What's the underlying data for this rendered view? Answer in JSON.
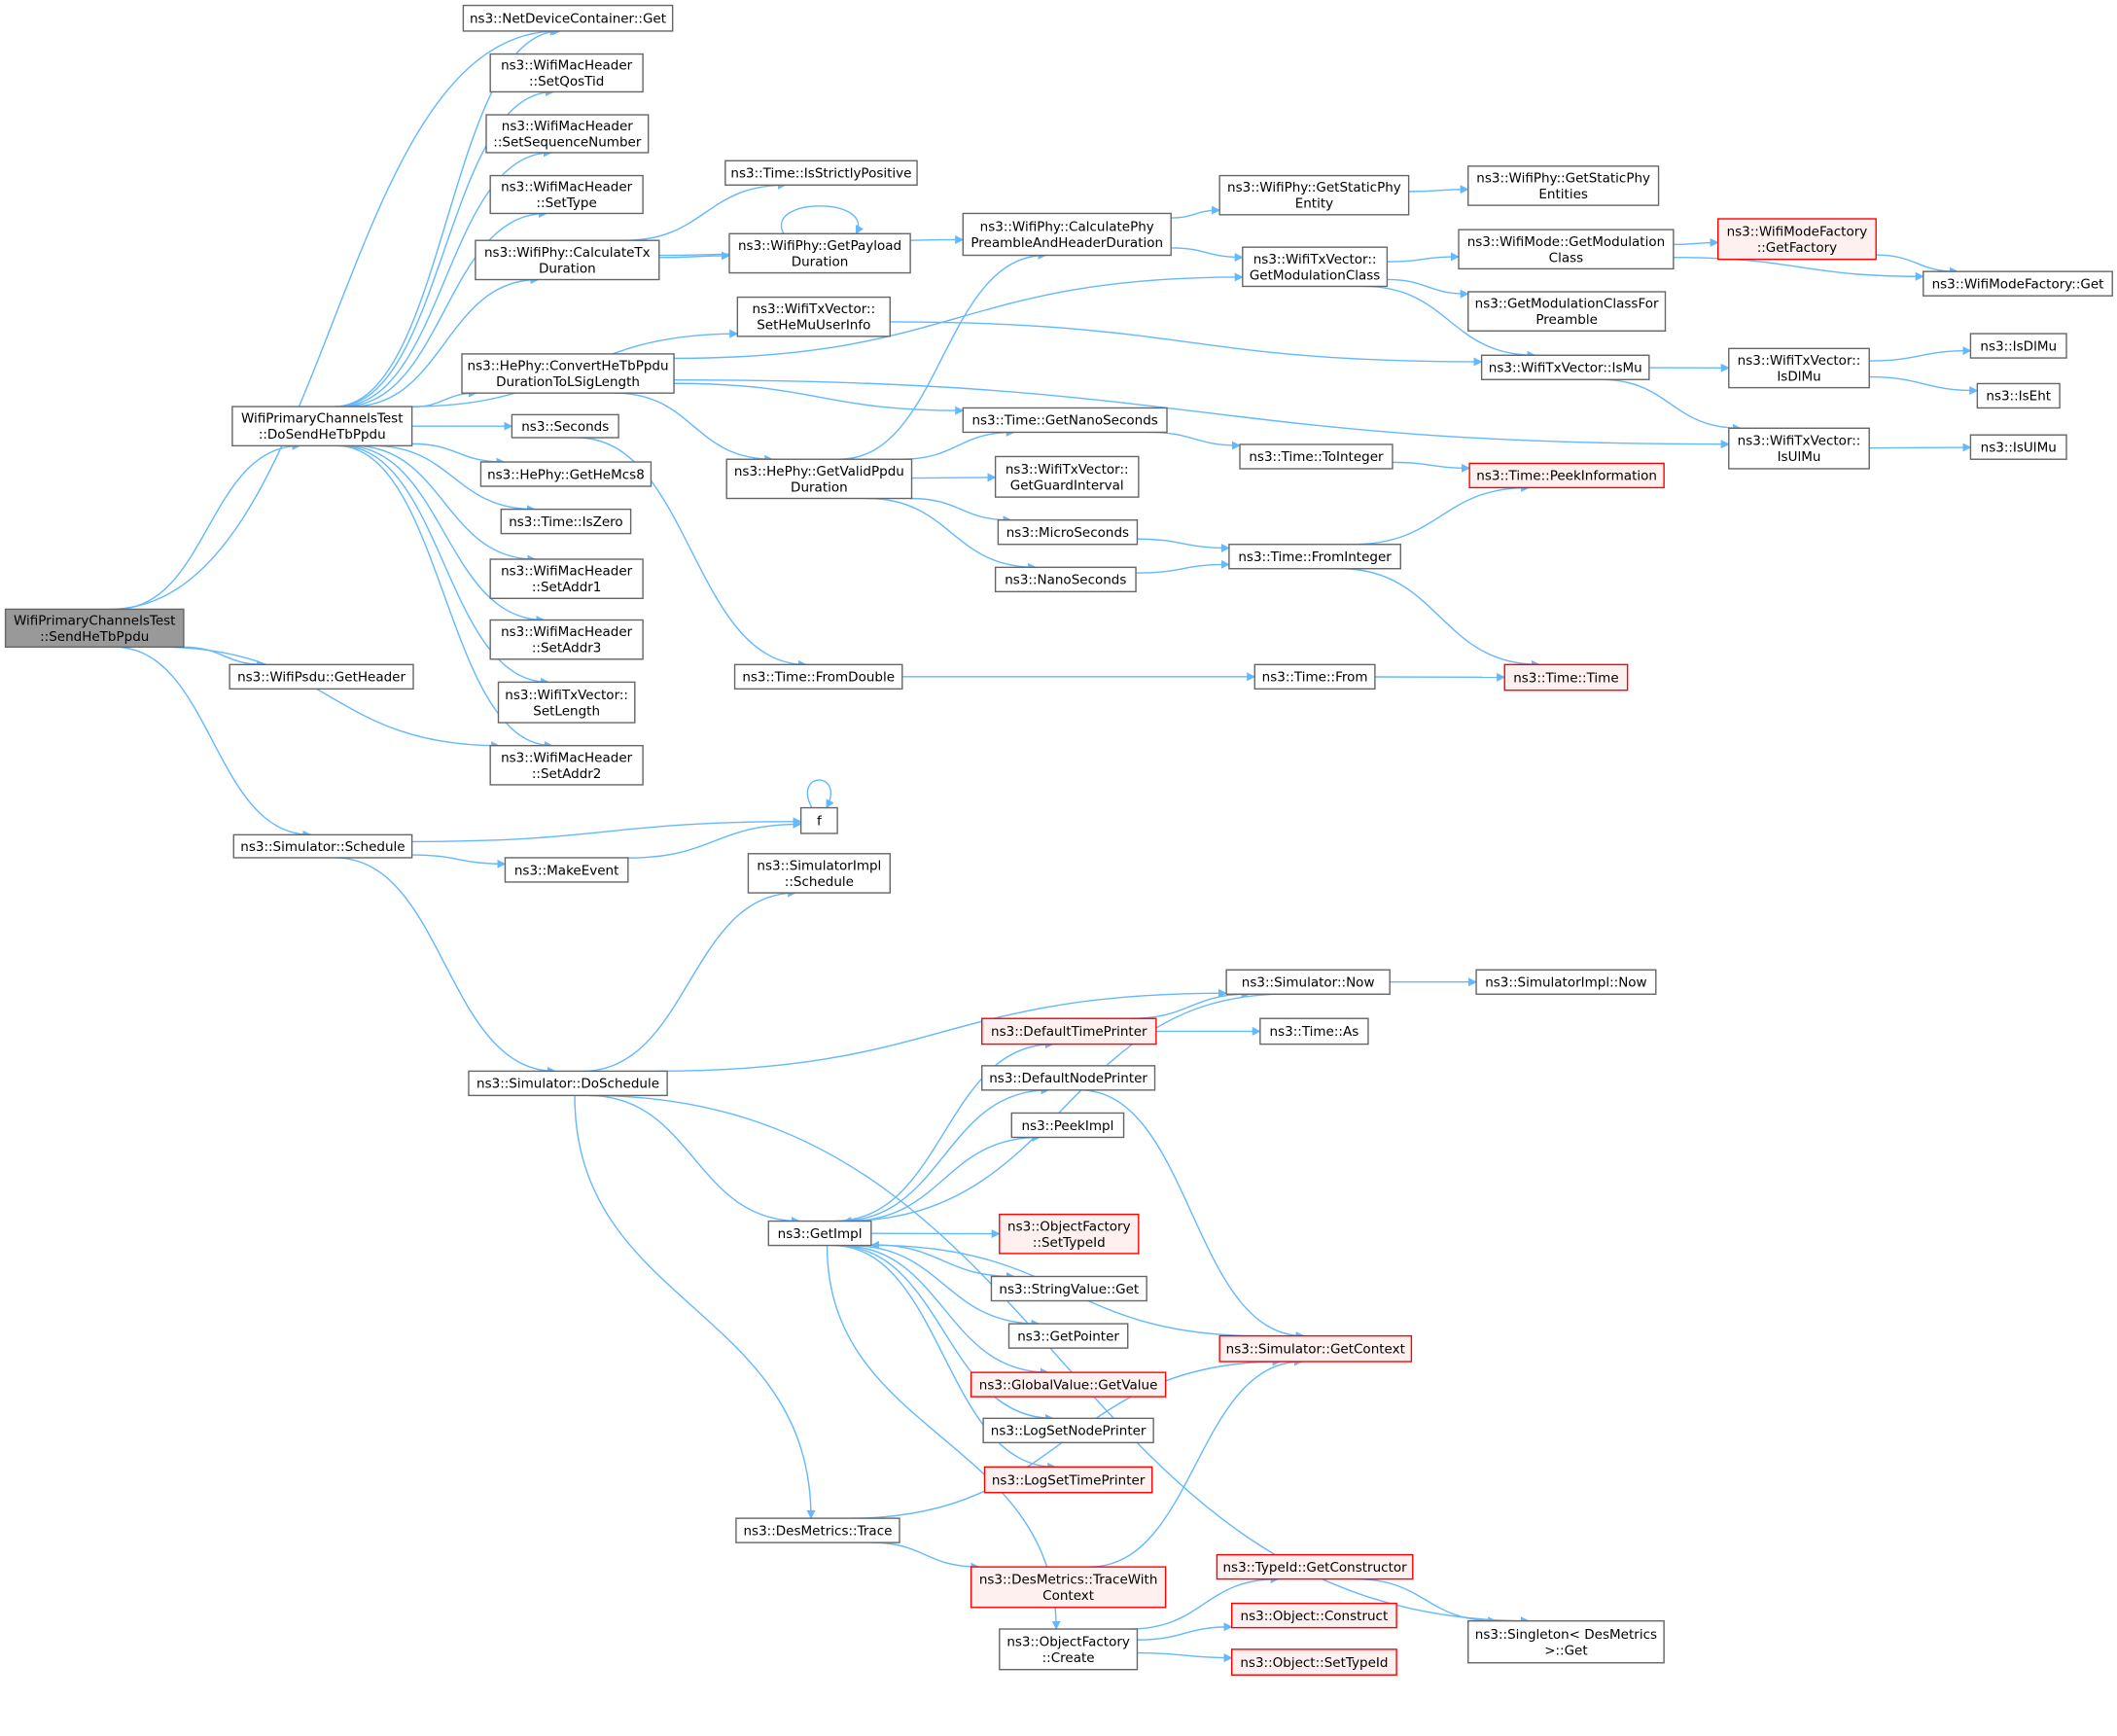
{
  "colors": {
    "edge": "#63b8ff",
    "node_border": "#666666",
    "node_fill": "#ffffff",
    "root_fill": "#999999",
    "truncated_border": "#ff0000",
    "truncated_fill": "#fff0f0"
  },
  "nodes": [
    {
      "id": "root",
      "lines": [
        "WifiPrimaryChannelsTest",
        "::SendHeTbPpdu"
      ],
      "style": "root"
    },
    {
      "id": "netdev_get",
      "lines": [
        "ns3::NetDeviceContainer::Get"
      ],
      "style": "normal"
    },
    {
      "id": "setqostid",
      "lines": [
        "ns3::WifiMacHeader",
        "::SetQosTid"
      ],
      "style": "normal"
    },
    {
      "id": "setseqnum",
      "lines": [
        "ns3::WifiMacHeader",
        "::SetSequenceNumber"
      ],
      "style": "normal"
    },
    {
      "id": "settype",
      "lines": [
        "ns3::WifiMacHeader",
        "::SetType"
      ],
      "style": "normal"
    },
    {
      "id": "calctx",
      "lines": [
        "ns3::WifiPhy::CalculateTx",
        "Duration"
      ],
      "style": "normal"
    },
    {
      "id": "dosend",
      "lines": [
        "WifiPrimaryChannelsTest",
        "::DoSendHeTbPpdu"
      ],
      "style": "normal"
    },
    {
      "id": "convert",
      "lines": [
        "ns3::HePhy::ConvertHeTbPpdu",
        "DurationToLSigLength"
      ],
      "style": "normal"
    },
    {
      "id": "seconds",
      "lines": [
        "ns3::Seconds"
      ],
      "style": "normal"
    },
    {
      "id": "gethemcs8",
      "lines": [
        "ns3::HePhy::GetHeMcs8"
      ],
      "style": "normal"
    },
    {
      "id": "iszero",
      "lines": [
        "ns3::Time::IsZero"
      ],
      "style": "normal"
    },
    {
      "id": "setaddr1",
      "lines": [
        "ns3::WifiMacHeader",
        "::SetAddr1"
      ],
      "style": "normal"
    },
    {
      "id": "setaddr3",
      "lines": [
        "ns3::WifiMacHeader",
        "::SetAddr3"
      ],
      "style": "normal"
    },
    {
      "id": "setlength",
      "lines": [
        "ns3::WifiTxVector::",
        "SetLength"
      ],
      "style": "normal"
    },
    {
      "id": "setaddr2",
      "lines": [
        "ns3::WifiMacHeader",
        "::SetAddr2"
      ],
      "style": "normal"
    },
    {
      "id": "psdu_getheader",
      "lines": [
        "ns3::WifiPsdu::GetHeader"
      ],
      "style": "normal"
    },
    {
      "id": "sim_schedule",
      "lines": [
        "ns3::Simulator::Schedule"
      ],
      "style": "normal"
    },
    {
      "id": "isstrictly",
      "lines": [
        "ns3::Time::IsStrictlyPositive"
      ],
      "style": "normal"
    },
    {
      "id": "getpayload",
      "lines": [
        "ns3::WifiPhy::GetPayload",
        "Duration"
      ],
      "style": "normal"
    },
    {
      "id": "sethemu",
      "lines": [
        "ns3::WifiTxVector::",
        "SetHeMuUserInfo"
      ],
      "style": "normal"
    },
    {
      "id": "getvalid",
      "lines": [
        "ns3::HePhy::GetValidPpdu",
        "Duration"
      ],
      "style": "normal"
    },
    {
      "id": "fromdouble",
      "lines": [
        "ns3::Time::FromDouble"
      ],
      "style": "normal"
    },
    {
      "id": "f",
      "lines": [
        "f"
      ],
      "style": "normal"
    },
    {
      "id": "makeevent",
      "lines": [
        "ns3::MakeEvent"
      ],
      "style": "normal"
    },
    {
      "id": "simimpl_sched",
      "lines": [
        "ns3::SimulatorImpl",
        "::Schedule"
      ],
      "style": "normal"
    },
    {
      "id": "calcphy",
      "lines": [
        "ns3::WifiPhy::CalculatePhy",
        "PreambleAndHeaderDuration"
      ],
      "style": "normal"
    },
    {
      "id": "getnano",
      "lines": [
        "ns3::Time::GetNanoSeconds"
      ],
      "style": "normal"
    },
    {
      "id": "getguard",
      "lines": [
        "ns3::WifiTxVector::",
        "GetGuardInterval"
      ],
      "style": "normal"
    },
    {
      "id": "micro",
      "lines": [
        "ns3::MicroSeconds"
      ],
      "style": "normal"
    },
    {
      "id": "nano",
      "lines": [
        "ns3::NanoSeconds"
      ],
      "style": "normal"
    },
    {
      "id": "getstaticent",
      "lines": [
        "ns3::WifiPhy::GetStaticPhy",
        "Entity"
      ],
      "style": "normal"
    },
    {
      "id": "getmodclass",
      "lines": [
        "ns3::WifiTxVector::",
        "GetModulationClass"
      ],
      "style": "normal"
    },
    {
      "id": "toint",
      "lines": [
        "ns3::Time::ToInteger"
      ],
      "style": "normal"
    },
    {
      "id": "fromint",
      "lines": [
        "ns3::Time::FromInteger"
      ],
      "style": "normal"
    },
    {
      "id": "timefrom",
      "lines": [
        "ns3::Time::From"
      ],
      "style": "normal"
    },
    {
      "id": "getstaticent2",
      "lines": [
        "ns3::WifiPhy::GetStaticPhy",
        "Entities"
      ],
      "style": "normal"
    },
    {
      "id": "mode_getmod",
      "lines": [
        "ns3::WifiMode::GetModulation",
        "Class"
      ],
      "style": "normal"
    },
    {
      "id": "getmodpre",
      "lines": [
        "ns3::GetModulationClassFor",
        "Preamble"
      ],
      "style": "normal"
    },
    {
      "id": "ismu",
      "lines": [
        "ns3::WifiTxVector::IsMu"
      ],
      "style": "normal"
    },
    {
      "id": "peekinfo",
      "lines": [
        "ns3::Time::PeekInformation"
      ],
      "style": "truncated"
    },
    {
      "id": "time_time",
      "lines": [
        "ns3::Time::Time"
      ],
      "style": "truncated"
    },
    {
      "id": "modefact_getf",
      "lines": [
        "ns3::WifiModeFactory",
        "::GetFactory"
      ],
      "style": "truncated"
    },
    {
      "id": "modefact_get",
      "lines": [
        "ns3::WifiModeFactory::Get"
      ],
      "style": "normal"
    },
    {
      "id": "isdlmu_v",
      "lines": [
        "ns3::WifiTxVector::",
        "IsDlMu"
      ],
      "style": "normal"
    },
    {
      "id": "isulmu_v",
      "lines": [
        "ns3::WifiTxVector::",
        "IsUlMu"
      ],
      "style": "normal"
    },
    {
      "id": "isdlmu",
      "lines": [
        "ns3::IsDlMu"
      ],
      "style": "normal"
    },
    {
      "id": "iseht",
      "lines": [
        "ns3::IsEht"
      ],
      "style": "normal"
    },
    {
      "id": "isulmu",
      "lines": [
        "ns3::IsUlMu"
      ],
      "style": "normal"
    },
    {
      "id": "doschedule",
      "lines": [
        "ns3::Simulator::DoSchedule"
      ],
      "style": "normal"
    },
    {
      "id": "sim_now",
      "lines": [
        "ns3::Simulator::Now"
      ],
      "style": "normal"
    },
    {
      "id": "simimpl_now",
      "lines": [
        "ns3::SimulatorImpl::Now"
      ],
      "style": "normal"
    },
    {
      "id": "deftimeprinter",
      "lines": [
        "ns3::DefaultTimePrinter"
      ],
      "style": "truncated"
    },
    {
      "id": "time_as",
      "lines": [
        "ns3::Time::As"
      ],
      "style": "normal"
    },
    {
      "id": "defnodeprinter",
      "lines": [
        "ns3::DefaultNodePrinter"
      ],
      "style": "normal"
    },
    {
      "id": "peekimpl",
      "lines": [
        "ns3::PeekImpl"
      ],
      "style": "normal"
    },
    {
      "id": "getimpl",
      "lines": [
        "ns3::GetImpl"
      ],
      "style": "normal"
    },
    {
      "id": "objfact_settype",
      "lines": [
        "ns3::ObjectFactory",
        "::SetTypeId"
      ],
      "style": "truncated"
    },
    {
      "id": "strval_get",
      "lines": [
        "ns3::StringValue::Get"
      ],
      "style": "normal"
    },
    {
      "id": "getpointer",
      "lines": [
        "ns3::GetPointer"
      ],
      "style": "normal"
    },
    {
      "id": "globalval",
      "lines": [
        "ns3::GlobalValue::GetValue"
      ],
      "style": "truncated"
    },
    {
      "id": "sim_getcontext",
      "lines": [
        "ns3::Simulator::GetContext"
      ],
      "style": "truncated"
    },
    {
      "id": "logsetnode",
      "lines": [
        "ns3::LogSetNodePrinter"
      ],
      "style": "normal"
    },
    {
      "id": "logsettime",
      "lines": [
        "ns3::LogSetTimePrinter"
      ],
      "style": "truncated"
    },
    {
      "id": "desmetrics_trace",
      "lines": [
        "ns3::DesMetrics::Trace"
      ],
      "style": "normal"
    },
    {
      "id": "desmetrics_twc",
      "lines": [
        "ns3::DesMetrics::TraceWith",
        "Context"
      ],
      "style": "truncated"
    },
    {
      "id": "typeid_getctor",
      "lines": [
        "ns3::TypeId::GetConstructor"
      ],
      "style": "truncated"
    },
    {
      "id": "obj_construct",
      "lines": [
        "ns3::Object::Construct"
      ],
      "style": "truncated"
    },
    {
      "id": "obj_settypeid",
      "lines": [
        "ns3::Object::SetTypeId"
      ],
      "style": "truncated"
    },
    {
      "id": "objfact_create",
      "lines": [
        "ns3::ObjectFactory",
        "::Create"
      ],
      "style": "normal"
    },
    {
      "id": "singleton_get",
      "lines": [
        "ns3::Singleton< DesMetrics",
        " >::Get"
      ],
      "style": "normal"
    }
  ],
  "edges": [
    [
      "root",
      "netdev_get"
    ],
    [
      "root",
      "dosend"
    ],
    [
      "root",
      "psdu_getheader"
    ],
    [
      "root",
      "sim_schedule"
    ],
    [
      "root",
      "setaddr2"
    ],
    [
      "dosend",
      "netdev_get"
    ],
    [
      "dosend",
      "setqostid"
    ],
    [
      "dosend",
      "setseqnum"
    ],
    [
      "dosend",
      "settype"
    ],
    [
      "dosend",
      "calctx"
    ],
    [
      "dosend",
      "sethemu"
    ],
    [
      "dosend",
      "convert"
    ],
    [
      "dosend",
      "seconds"
    ],
    [
      "dosend",
      "gethemcs8"
    ],
    [
      "dosend",
      "iszero"
    ],
    [
      "dosend",
      "setaddr1"
    ],
    [
      "dosend",
      "setaddr3"
    ],
    [
      "dosend",
      "setlength"
    ],
    [
      "dosend",
      "setaddr2"
    ],
    [
      "calctx",
      "isstrictly"
    ],
    [
      "calctx",
      "getpayload"
    ],
    [
      "calctx",
      "calcphy"
    ],
    [
      "getpayload",
      "getpayload"
    ],
    [
      "sethemu",
      "ismu"
    ],
    [
      "convert",
      "getmodclass"
    ],
    [
      "convert",
      "getnano"
    ],
    [
      "convert",
      "getvalid"
    ],
    [
      "convert",
      "isulmu_v"
    ],
    [
      "seconds",
      "fromdouble"
    ],
    [
      "getvalid",
      "calcphy"
    ],
    [
      "getvalid",
      "getnano"
    ],
    [
      "getvalid",
      "getguard"
    ],
    [
      "getvalid",
      "micro"
    ],
    [
      "getvalid",
      "nano"
    ],
    [
      "calcphy",
      "getstaticent"
    ],
    [
      "calcphy",
      "getmodclass"
    ],
    [
      "getstaticent",
      "getstaticent2"
    ],
    [
      "getmodclass",
      "mode_getmod"
    ],
    [
      "getmodclass",
      "getmodpre"
    ],
    [
      "getmodclass",
      "ismu"
    ],
    [
      "mode_getmod",
      "modefact_getf"
    ],
    [
      "mode_getmod",
      "modefact_get"
    ],
    [
      "modefact_getf",
      "modefact_get"
    ],
    [
      "ismu",
      "isdlmu_v"
    ],
    [
      "ismu",
      "isulmu_v"
    ],
    [
      "isdlmu_v",
      "isdlmu"
    ],
    [
      "isdlmu_v",
      "iseht"
    ],
    [
      "isulmu_v",
      "isulmu"
    ],
    [
      "getnano",
      "toint"
    ],
    [
      "toint",
      "peekinfo"
    ],
    [
      "micro",
      "fromint"
    ],
    [
      "nano",
      "fromint"
    ],
    [
      "fromint",
      "peekinfo"
    ],
    [
      "fromint",
      "time_time"
    ],
    [
      "fromdouble",
      "timefrom"
    ],
    [
      "timefrom",
      "time_time"
    ],
    [
      "sim_schedule",
      "f"
    ],
    [
      "sim_schedule",
      "makeevent"
    ],
    [
      "sim_schedule",
      "doschedule"
    ],
    [
      "makeevent",
      "f"
    ],
    [
      "f",
      "f"
    ],
    [
      "doschedule",
      "simimpl_sched"
    ],
    [
      "doschedule",
      "sim_now"
    ],
    [
      "doschedule",
      "getimpl"
    ],
    [
      "doschedule",
      "desmetrics_trace"
    ],
    [
      "doschedule",
      "singleton_get"
    ],
    [
      "sim_now",
      "simimpl_now"
    ],
    [
      "sim_now",
      "getimpl"
    ],
    [
      "deftimeprinter",
      "sim_now"
    ],
    [
      "deftimeprinter",
      "time_as"
    ],
    [
      "defnodeprinter",
      "sim_getcontext"
    ],
    [
      "getimpl",
      "deftimeprinter"
    ],
    [
      "getimpl",
      "defnodeprinter"
    ],
    [
      "getimpl",
      "peekimpl"
    ],
    [
      "getimpl",
      "objfact_settype"
    ],
    [
      "getimpl",
      "strval_get"
    ],
    [
      "getimpl",
      "getpointer"
    ],
    [
      "getimpl",
      "globalval"
    ],
    [
      "getimpl",
      "logsetnode"
    ],
    [
      "getimpl",
      "logsettime"
    ],
    [
      "getimpl",
      "objfact_create"
    ],
    [
      "sim_getcontext",
      "getimpl"
    ],
    [
      "desmetrics_trace",
      "sim_getcontext"
    ],
    [
      "desmetrics_trace",
      "desmetrics_twc"
    ],
    [
      "desmetrics_twc",
      "sim_getcontext"
    ],
    [
      "objfact_create",
      "typeid_getctor"
    ],
    [
      "objfact_create",
      "obj_construct"
    ],
    [
      "objfact_create",
      "obj_settypeid"
    ],
    [
      "typeid_getctor",
      "singleton_get"
    ]
  ]
}
